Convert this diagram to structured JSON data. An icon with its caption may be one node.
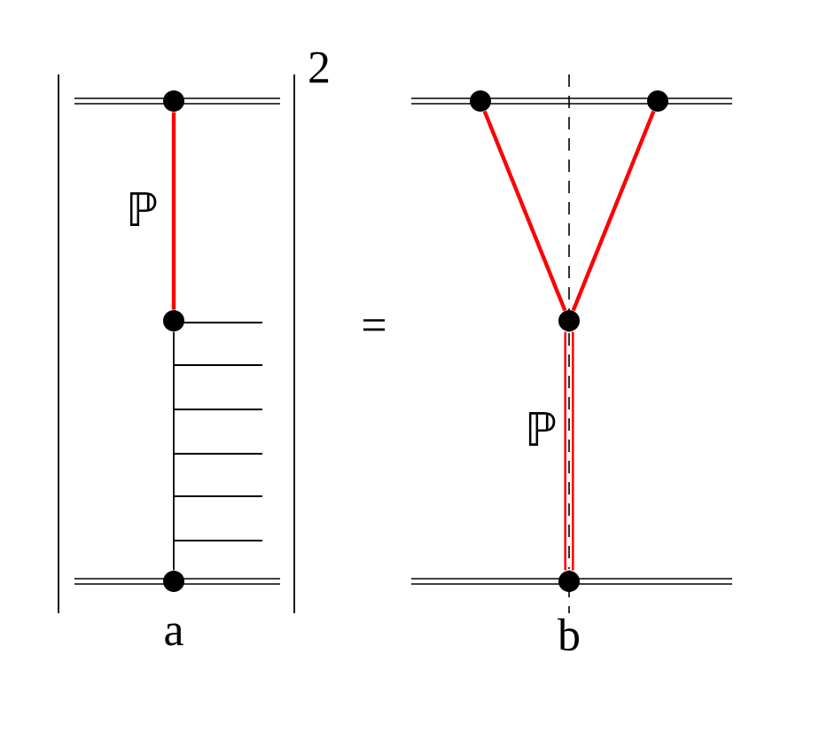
{
  "diagram": {
    "nodes": [
      {
        "text": [],
        "shape": "circle"
      },
      {
        "text": [],
        "shape": "circle"
      },
      {
        "text": [],
        "shape": "circle"
      },
      {
        "text": [],
        "shape": "circle"
      },
      {
        "text": [],
        "shape": "circle"
      },
      {
        "text": [],
        "shape": "circle"
      },
      {
        "text": [],
        "shape": "circle"
      }
    ],
    "edges": [
      {
        "from": 0,
        "to": 1,
        "arrow": "none",
        "label": "ℙ"
      },
      {
        "from": 1,
        "to": 2,
        "arrow": "none",
        "color": "#000000"
      },
      {
        "from": 3,
        "to": 5,
        "arrow": "none"
      },
      {
        "from": 4,
        "to": 5,
        "arrow": "none"
      },
      {
        "from": 5,
        "to": 6,
        "arrow": "none",
        "label": "ℙ",
        "style": "thick"
      }
    ],
    "labels": [
      "2",
      "=",
      "a",
      "b"
    ]
  }
}
